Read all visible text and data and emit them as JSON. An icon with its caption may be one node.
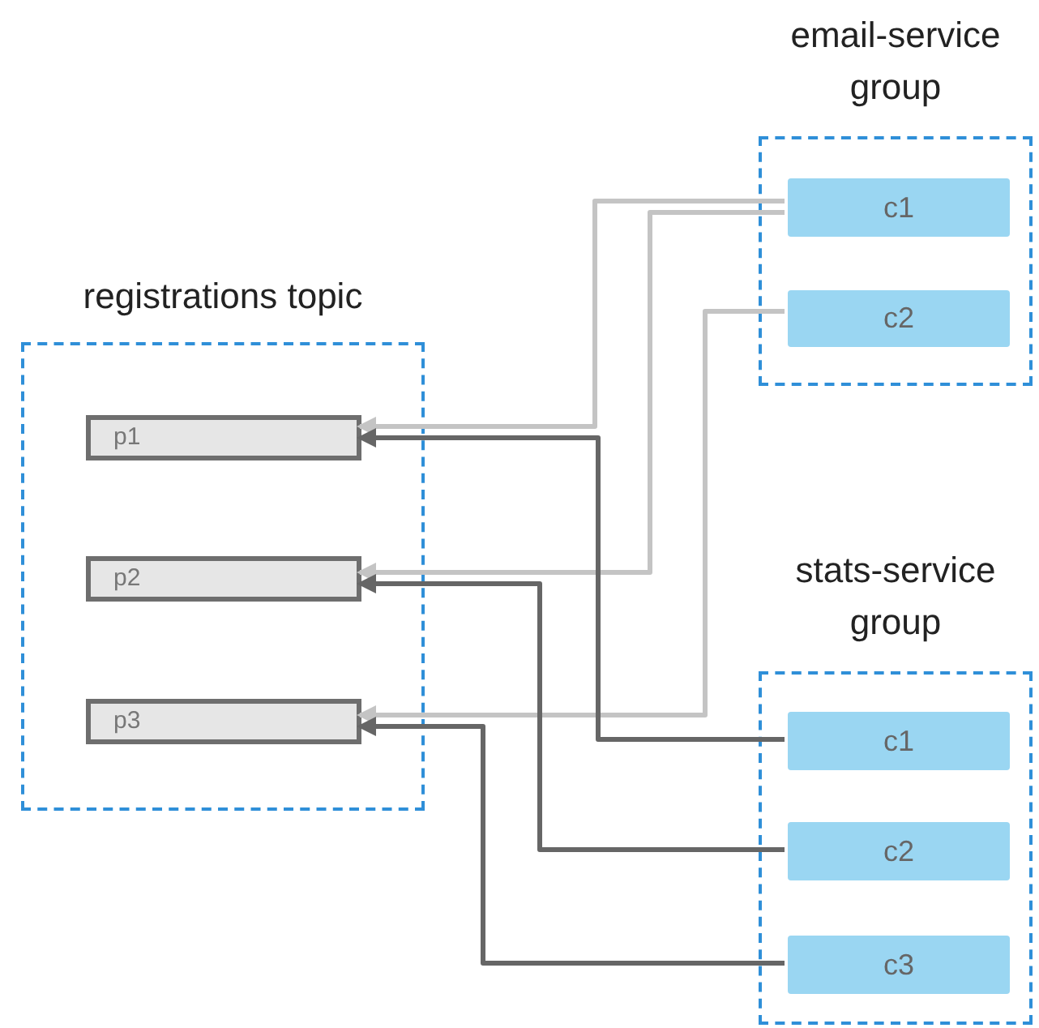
{
  "diagram": {
    "nodes": [
      {
        "text": [
          "registrations topic"
        ]
      },
      {
        "text": [
          "p1"
        ],
        "in": 0
      },
      {
        "text": [
          "p2"
        ],
        "in": 0
      },
      {
        "text": [
          "p3"
        ],
        "in": 0
      },
      {
        "text": [
          "email-service group"
        ]
      },
      {
        "text": [
          "c1"
        ],
        "in": 4
      },
      {
        "text": [
          "c2"
        ],
        "in": 4
      },
      {
        "text": [
          "stats-service group"
        ]
      },
      {
        "text": [
          "c1"
        ],
        "in": 7
      },
      {
        "text": [
          "c2"
        ],
        "in": 7
      },
      {
        "text": [
          "c3"
        ],
        "in": 7
      }
    ],
    "edges": [
      {
        "from": 5,
        "to": 1,
        "arrow": "to",
        "color": "#c4c4c4"
      },
      {
        "from": 5,
        "to": 2,
        "arrow": "to",
        "color": "#c4c4c4"
      },
      {
        "from": 6,
        "to": 3,
        "arrow": "to",
        "color": "#c4c4c4"
      },
      {
        "from": 8,
        "to": 1,
        "arrow": "to",
        "color": "#666666"
      },
      {
        "from": 9,
        "to": 2,
        "arrow": "to",
        "color": "#666666"
      },
      {
        "from": 10,
        "to": 3,
        "arrow": "to",
        "color": "#666666"
      }
    ]
  }
}
